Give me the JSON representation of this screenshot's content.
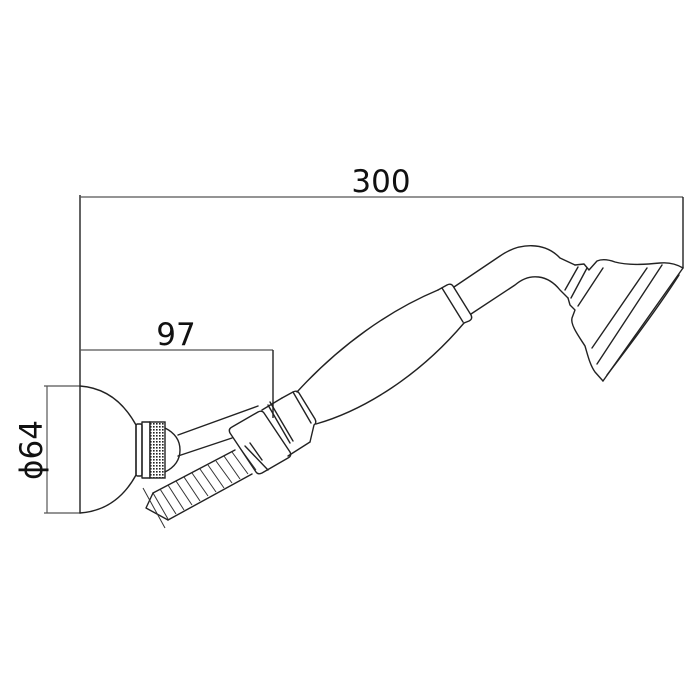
{
  "drawing": {
    "subject": "hand shower with wall bracket and hose",
    "units": "mm",
    "line_color": "#222222",
    "background": "#ffffff"
  },
  "dimensions": {
    "overall_length": {
      "label": "300",
      "value": 300
    },
    "bracket_projection": {
      "label": "97",
      "value": 97
    },
    "flange_diameter": {
      "label": "ϕ64",
      "value": 64
    }
  }
}
